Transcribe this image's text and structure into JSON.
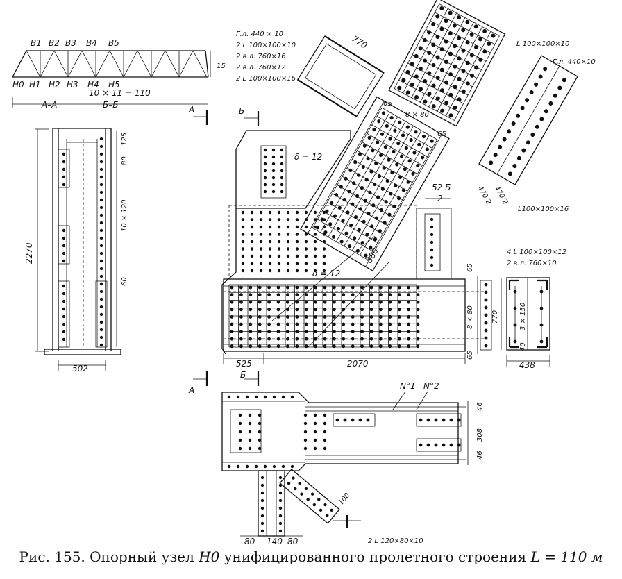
{
  "caption": {
    "prefix": "Рис. 155. Опорный узел",
    "node": "H0",
    "middle": "унифицированного пролетного строения",
    "formula": "L = 110 м"
  },
  "truss": {
    "top_labels": [
      "B1",
      "B2",
      "B3",
      "B4",
      "B5"
    ],
    "bottom_labels": [
      "H0",
      "H1",
      "H2",
      "H3",
      "H4",
      "H5"
    ],
    "span_formula": "10 × 11 = 110",
    "height": "15"
  },
  "section_marks": {
    "aa": "A–A",
    "bb": "Б–Б",
    "a": "A",
    "b": "Б"
  },
  "chord_spec": [
    "Г.л. 440 × 10",
    "2 L 100×100×10",
    "2 в.л. 760×16",
    "2 в.л. 760×12",
    "2 L 100×100×16"
  ],
  "dimensions": {
    "d770_top": "770",
    "d65a": "65",
    "d8x80": "8 × 80",
    "d65b": "65",
    "delta12a": "δ = 12",
    "delta12b": "δ = 12",
    "d880": "880",
    "d52": "52 Б",
    "d2": "2",
    "d65c": "65",
    "d8x80v": "8 × 80",
    "d65d": "65",
    "d525": "525",
    "d2070": "2070",
    "d2270": "2270",
    "d125": "125",
    "d80": "80",
    "d10x120": "10 × 120",
    "d60": "60",
    "d502": "502",
    "d770v": "770",
    "d3x150": "3 × 150",
    "d40": "40",
    "d438": "438",
    "d46a": "46",
    "d308": "308",
    "d46b": "46",
    "d100": "100",
    "d80a": "80",
    "d140": "140",
    "d80b": "80",
    "d470a": "470/2",
    "d470b": "470/2"
  },
  "specs": {
    "angle_top": "L 100×100×10",
    "plate_top": "Г.л. 440×10",
    "angle_mid": "L100×100×16",
    "right_section_a": "4 L 100×100×12",
    "right_section_b": "2 в.л. 760×10",
    "bottom_angle": "2 L 120×80×10",
    "n1": "N°1",
    "n2": "N°2"
  }
}
